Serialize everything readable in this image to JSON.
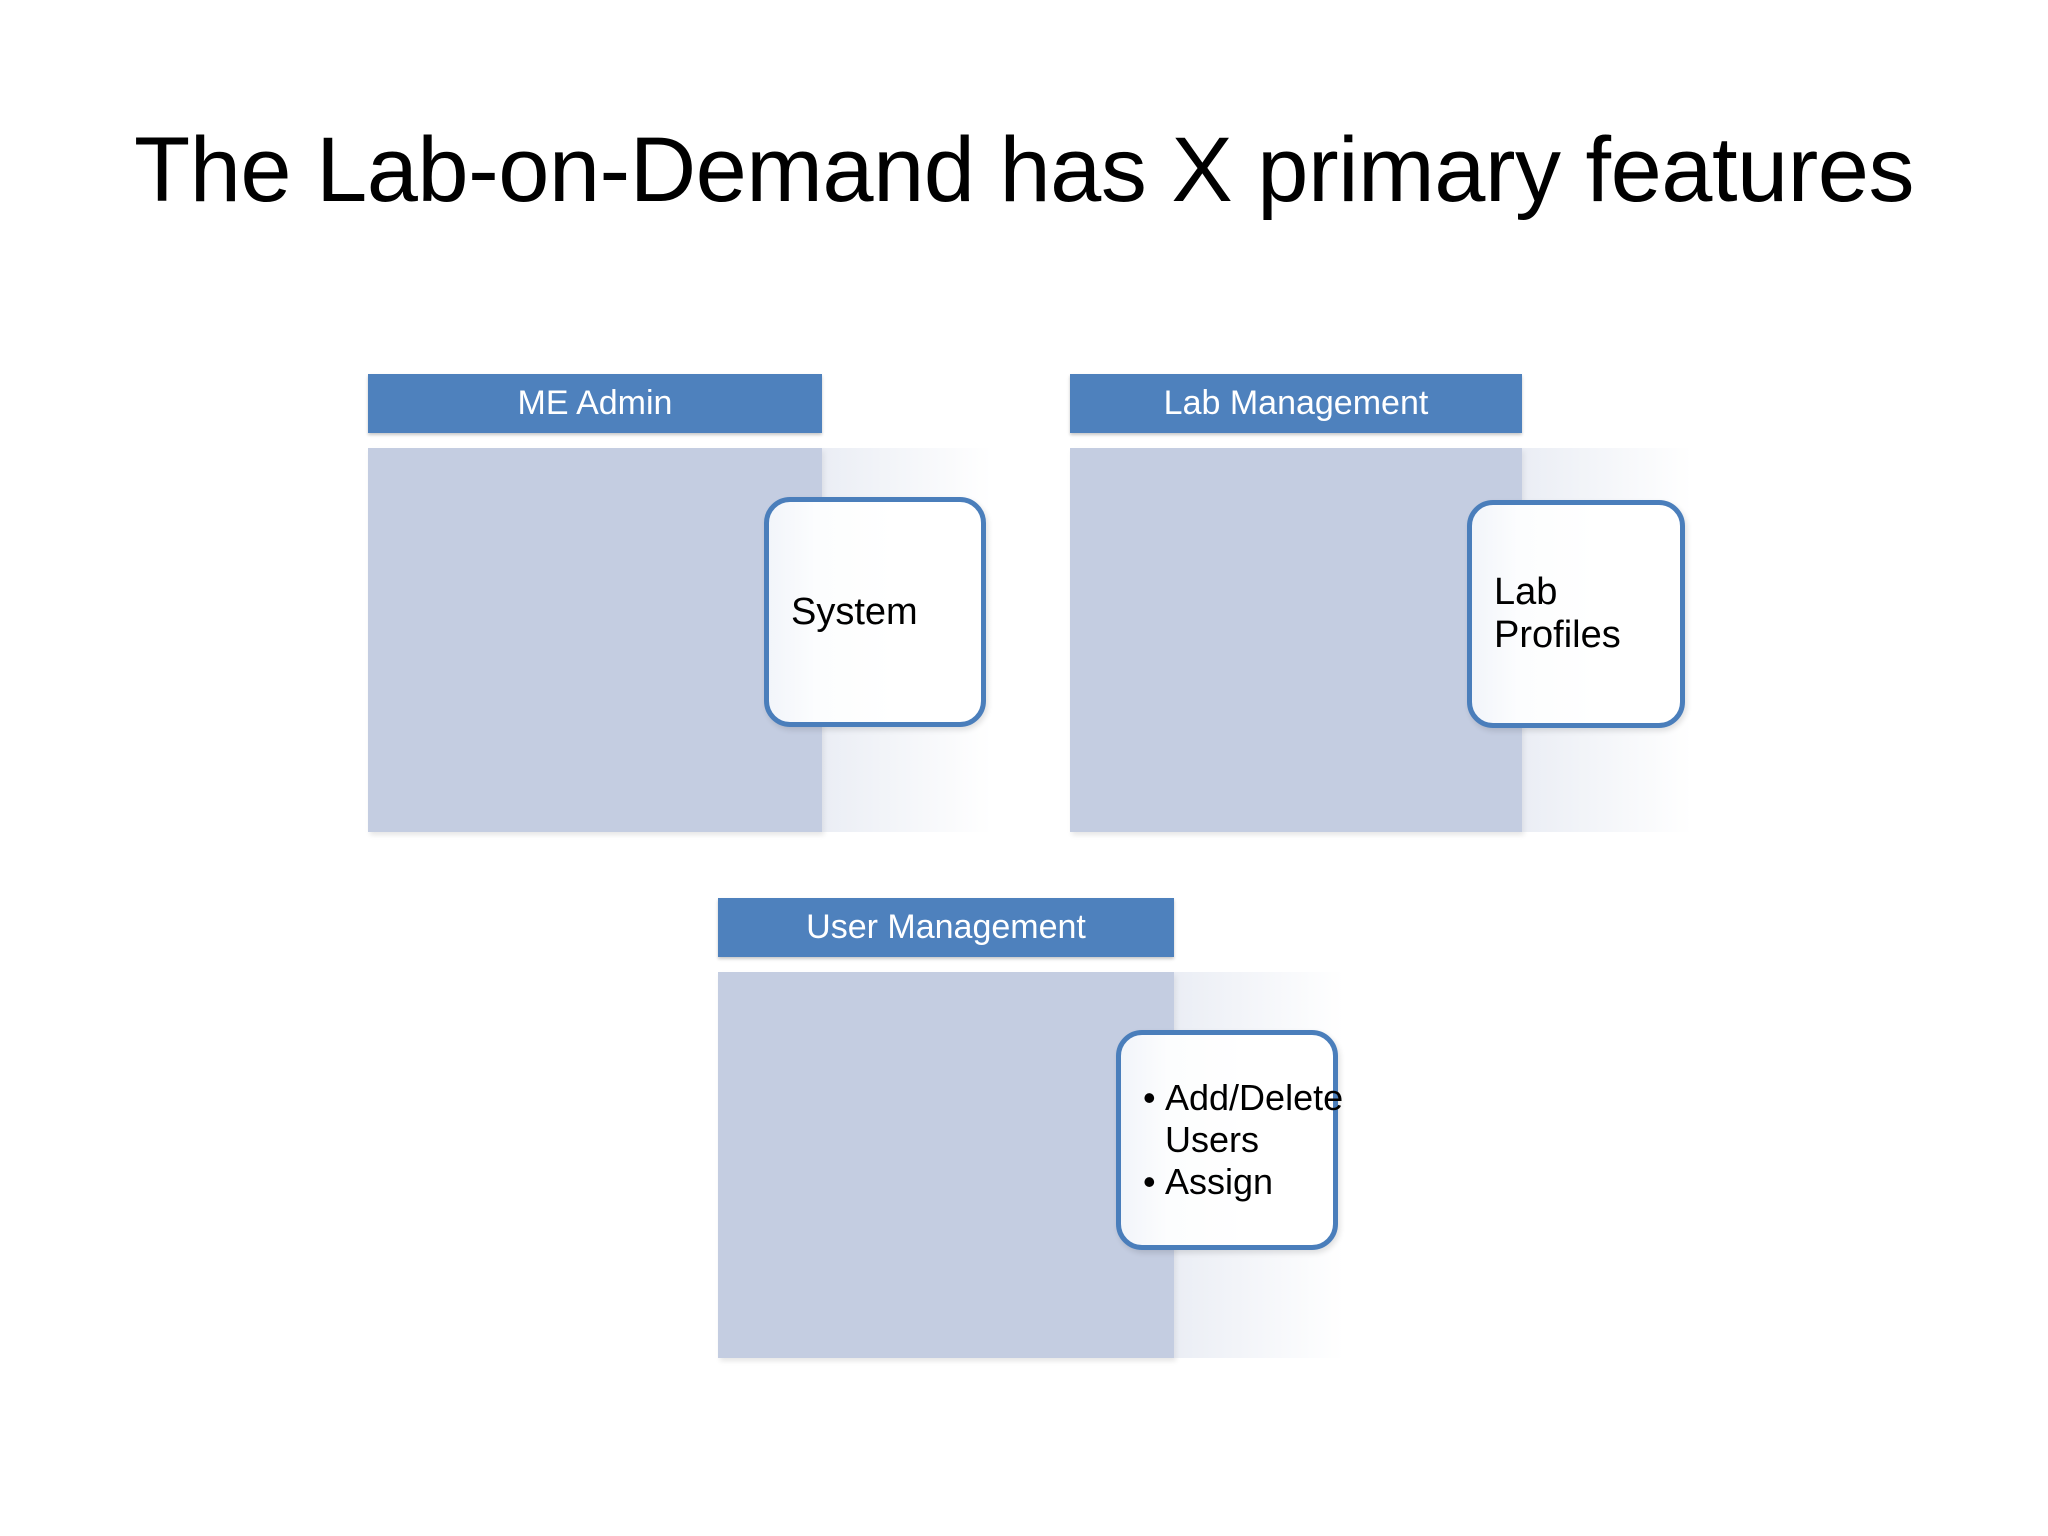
{
  "slide": {
    "title": "The Lab-on-Demand has X primary features",
    "background_color": "#FFFFFF",
    "accent_color": "#4E81BD",
    "body_color": "#C4CDE1",
    "callout_border_color": "#4A7EBB",
    "title_color": "#000000"
  },
  "panels": [
    {
      "id": "me-admin",
      "header": "ME Admin",
      "callout": {
        "kind": "text",
        "text": "System"
      }
    },
    {
      "id": "lab-management",
      "header": "Lab Management",
      "callout": {
        "kind": "text",
        "text": "Lab\nProfiles"
      }
    },
    {
      "id": "user-management",
      "header": "User Management",
      "callout": {
        "kind": "list",
        "items": [
          "Add/Delete Users",
          "Assign"
        ]
      }
    }
  ]
}
